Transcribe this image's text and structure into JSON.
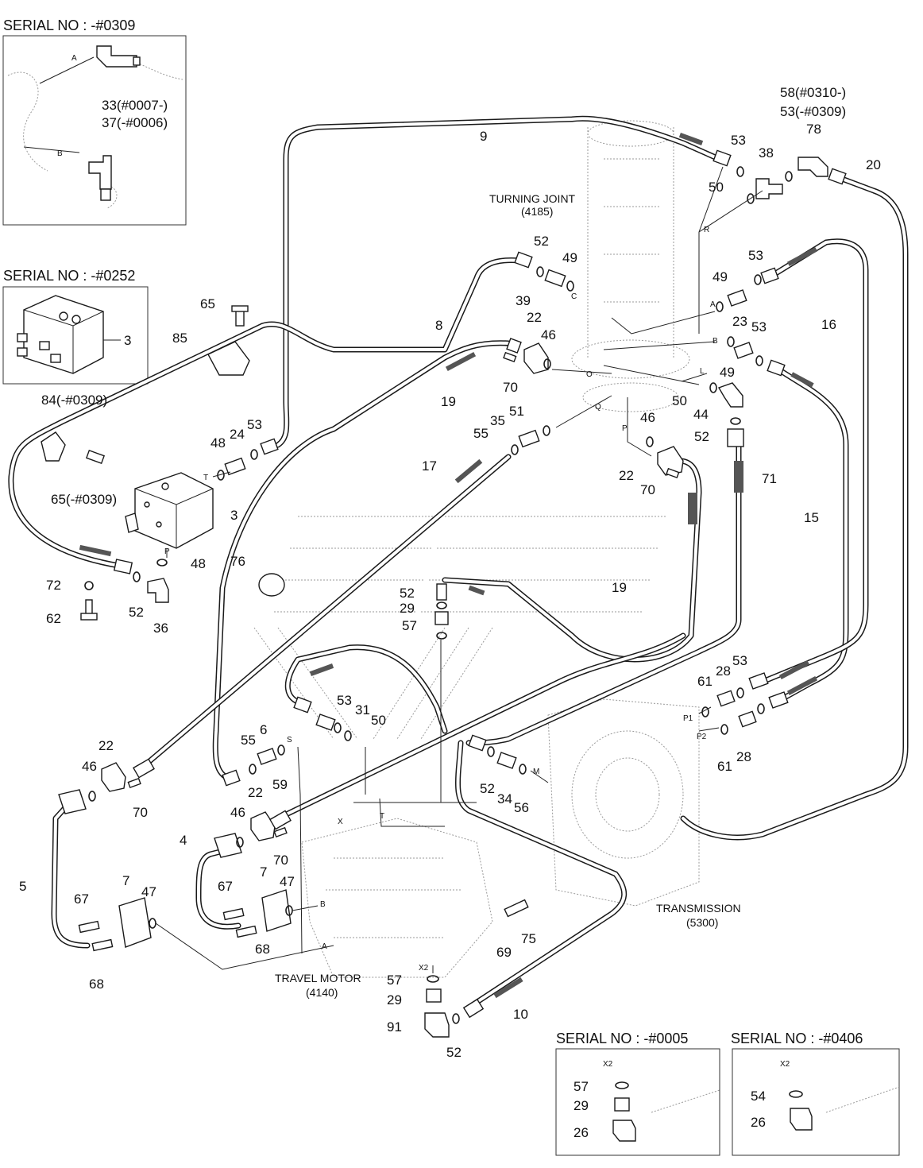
{
  "serial_boxes": [
    {
      "title": "SERIAL NO : -#0309",
      "labels": [
        "33(#0007-)",
        "37(-#0006)"
      ],
      "letters": [
        "A",
        "B"
      ]
    },
    {
      "title": "SERIAL NO : -#0252",
      "labels": [
        "3"
      ]
    },
    {
      "title": "SERIAL NO : -#0005",
      "labels": [
        "57",
        "29",
        "26"
      ],
      "letters": [
        "X2"
      ]
    },
    {
      "title": "SERIAL NO : -#0406",
      "labels": [
        "54",
        "26"
      ],
      "letters": [
        "X2"
      ]
    }
  ],
  "components": {
    "turning_joint": {
      "name": "TURNING JOINT",
      "code": "(4185)"
    },
    "transmission": {
      "name": "TRANSMISSION",
      "code": "(5300)"
    },
    "travel_motor": {
      "name": "TRAVEL MOTOR",
      "code": "(4140)"
    }
  },
  "callouts": [
    "9",
    "53",
    "38",
    "50",
    "58(#0310-)",
    "53(-#0309)",
    "78",
    "20",
    "52",
    "49",
    "39",
    "8",
    "22",
    "46",
    "70",
    "19",
    "65",
    "85",
    "84(-#0309)",
    "65(-#0309)",
    "48",
    "24",
    "53",
    "3",
    "48",
    "72",
    "62",
    "52",
    "36",
    "17",
    "55",
    "35",
    "51",
    "53",
    "49",
    "49",
    "23",
    "53",
    "16",
    "50",
    "44",
    "52",
    "46",
    "22",
    "70",
    "71",
    "15",
    "76",
    "52",
    "29",
    "57",
    "19",
    "61",
    "28",
    "53",
    "61",
    "28",
    "22",
    "46",
    "70",
    "5",
    "67",
    "68",
    "7",
    "47",
    "4",
    "67",
    "68",
    "7",
    "47",
    "22",
    "46",
    "70",
    "55",
    "6",
    "59",
    "53",
    "31",
    "50",
    "52",
    "34",
    "56",
    "69",
    "75",
    "10",
    "57",
    "29",
    "91",
    "52"
  ],
  "port_letters": [
    "R",
    "A",
    "B",
    "C",
    "O",
    "Q",
    "L",
    "P",
    "T",
    "P",
    "S",
    "X",
    "T",
    "P1",
    "P2",
    "M",
    "A",
    "B",
    "X2"
  ]
}
